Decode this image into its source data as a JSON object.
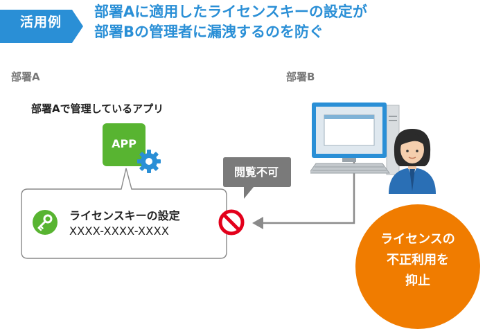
{
  "badge": {
    "label": "活用例",
    "color": "#2a8fd6"
  },
  "title": {
    "line1": "部署Aに適用したライセンスキーの設定が",
    "line2": "部署Bの管理者に漏洩するのを防ぐ",
    "color": "#2a8fd6"
  },
  "dept_a": {
    "label": "部署A"
  },
  "dept_b": {
    "label": "部署B"
  },
  "app": {
    "caption": "部署Aで管理しているアプリ",
    "icon_label": "APP",
    "color": "#58b431"
  },
  "license": {
    "label": "ライセンスキーの設定",
    "value": "XXXX-XXXX-XXXX"
  },
  "prohibit_bubble": {
    "label": "閲覧不可",
    "color": "#7a7a7a"
  },
  "result": {
    "line1": "ライセンスの",
    "line2": "不正利用を",
    "line3": "抑止",
    "color": "#f07c00"
  },
  "icons": [
    "gear-icon",
    "key-icon",
    "prohibited-icon",
    "computer-icon",
    "person-icon",
    "arrow-left-icon"
  ]
}
